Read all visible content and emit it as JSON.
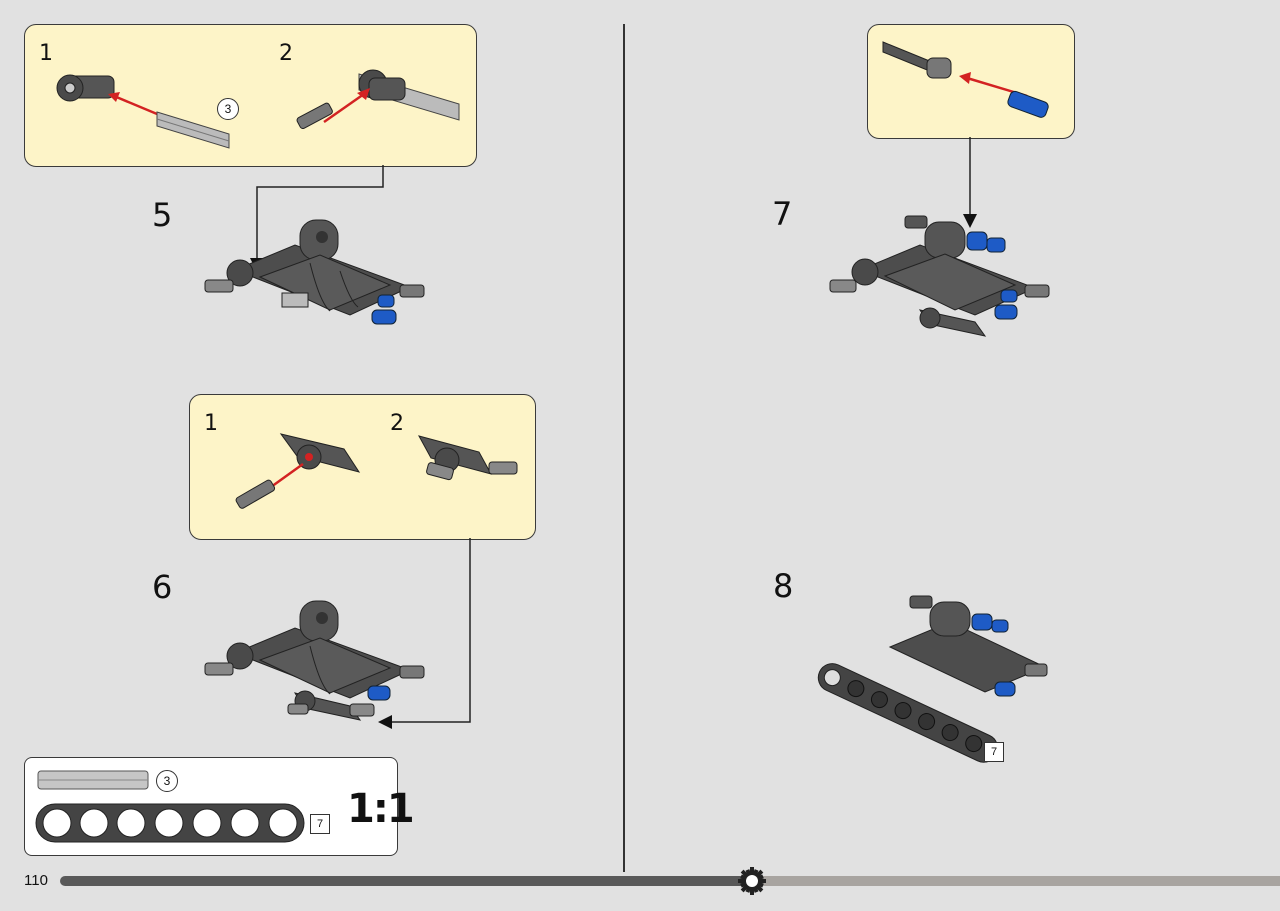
{
  "page": {
    "number": "110"
  },
  "steps": [
    {
      "number": "5",
      "callout": {
        "substeps": [
          "1",
          "2"
        ],
        "quantity": "3"
      }
    },
    {
      "number": "6",
      "callout": {
        "substeps": [
          "1",
          "2"
        ]
      }
    },
    {
      "number": "7"
    },
    {
      "number": "8",
      "length_label": "7"
    }
  ],
  "parts_list": {
    "axle_quantity": "3",
    "beam_length": "7",
    "scale": "1:1"
  },
  "colors": {
    "callout_bg": "#fdf4c8",
    "dark_gray": "#555555",
    "blue": "#1e5bc6",
    "arrow_red": "#d32222",
    "progress_dark": "#595959",
    "progress_light": "#a8a4a0"
  },
  "icons": [
    "gear-icon"
  ]
}
